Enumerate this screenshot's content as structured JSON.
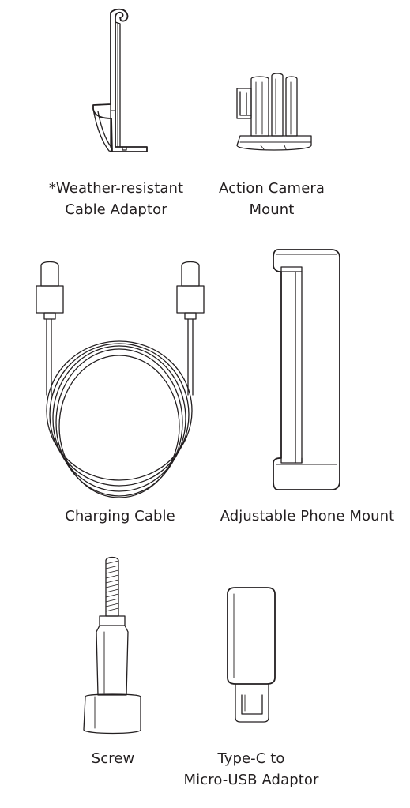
{
  "items": [
    {
      "line1": "*Weather-resistant",
      "line2": "Cable Adaptor",
      "icon": "weather-resistant-cable-adaptor-icon"
    },
    {
      "line1": "Action Camera",
      "line2": "Mount",
      "icon": "action-camera-mount-icon"
    },
    {
      "line1": "Charging Cable",
      "icon": "charging-cable-icon"
    },
    {
      "line1": "Adjustable Phone Mount",
      "icon": "adjustable-phone-mount-icon"
    },
    {
      "line1": "Screw",
      "icon": "screw-icon"
    },
    {
      "line1": "Type-C to",
      "line2": "Micro-USB Adaptor",
      "icon": "type-c-to-micro-usb-adaptor-icon"
    }
  ],
  "colors": {
    "ink": "#231f20",
    "background": "#ffffff"
  }
}
